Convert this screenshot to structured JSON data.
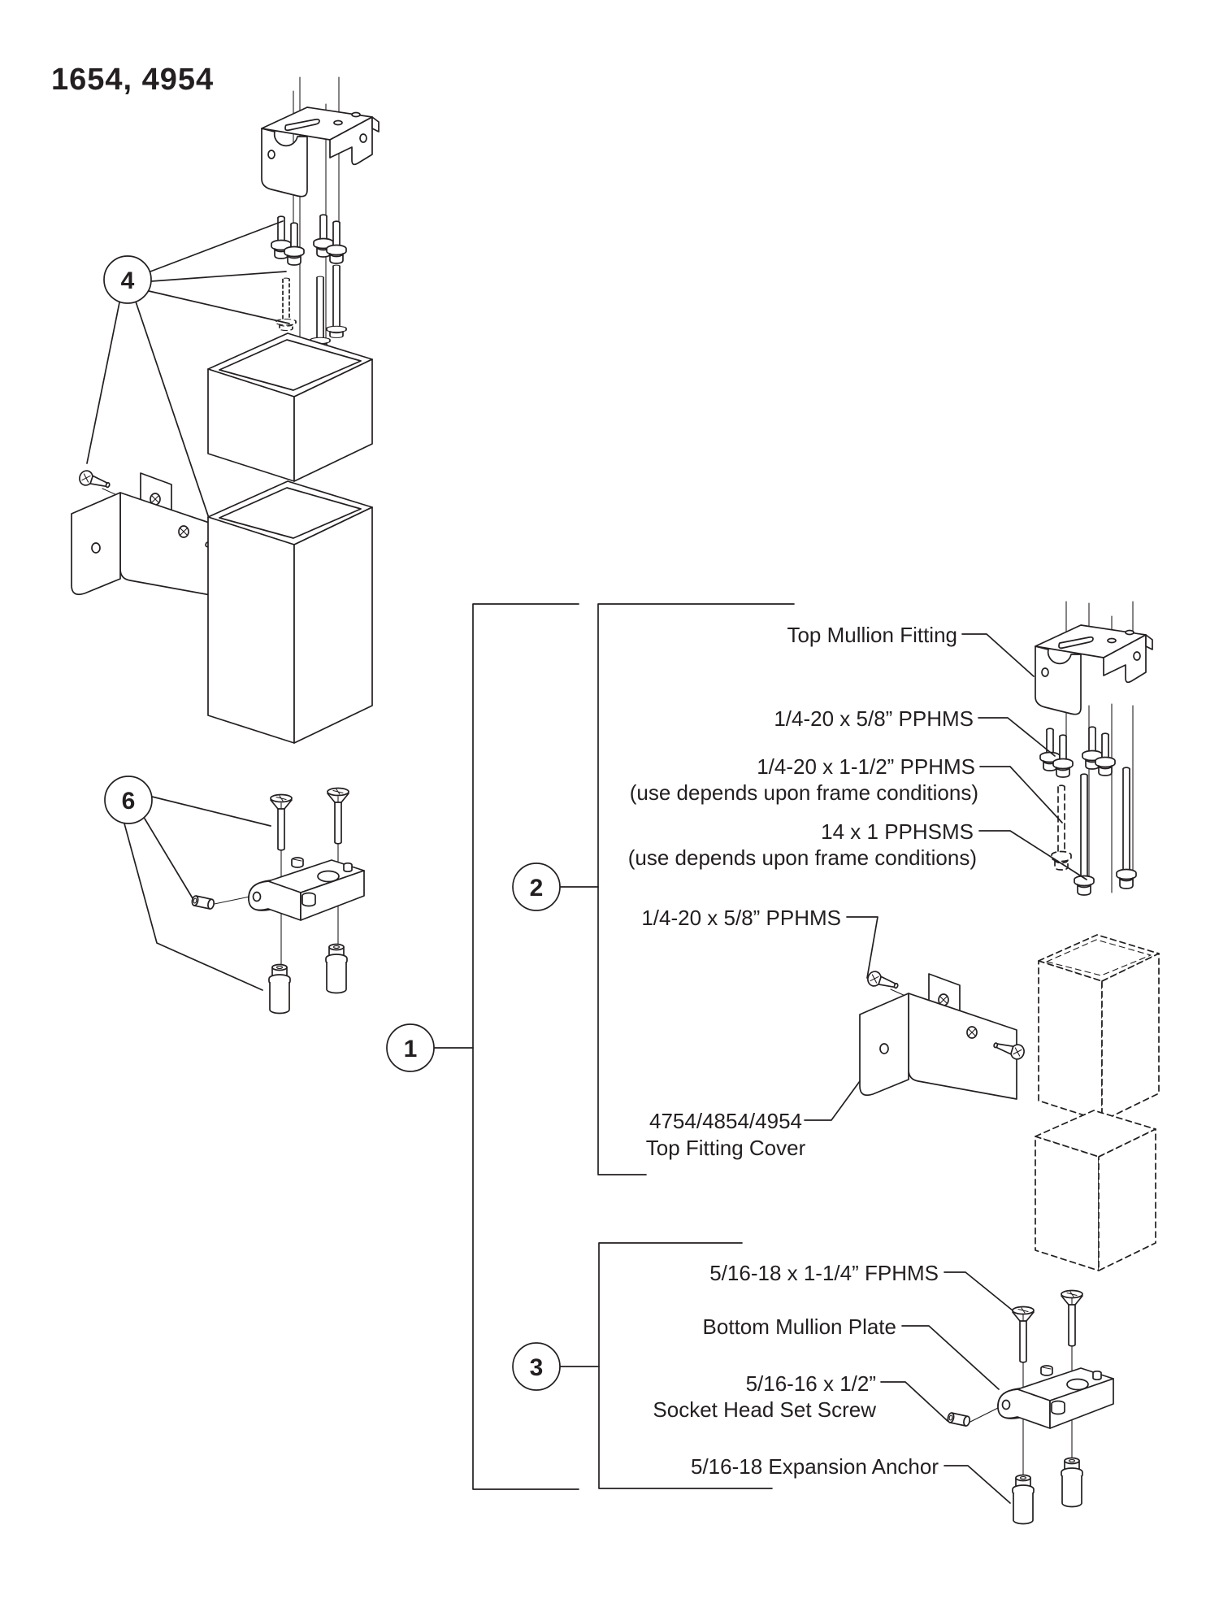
{
  "title": "1654, 4954",
  "line_color": "#231f20",
  "callouts": {
    "one": "1",
    "two": "2",
    "three": "3",
    "four": "4",
    "six": "6"
  },
  "labels": {
    "top_mullion_fitting": "Top Mullion Fitting",
    "pphms_58_a": "1/4-20 x 5/8” PPHMS",
    "pphms_112": "1/4-20 x 1-1/2” PPHMS",
    "pphms_112_note": "(use depends upon frame conditions)",
    "pphsms_14x1": "14 x 1 PPHSMS",
    "pphsms_14x1_note": "(use depends upon frame conditions)",
    "pphms_58_b": "1/4-20 x 5/8” PPHMS",
    "cover_models": "4754/4854/4954",
    "cover_name": "Top Fitting Cover",
    "fphms": "5/16-18 x 1-1/4” FPHMS",
    "bottom_mullion_plate": "Bottom Mullion Plate",
    "set_screw_size": "5/16-16 x 1/2”",
    "set_screw_name": "Socket Head Set Screw",
    "expansion_anchor": "5/16-18 Expansion Anchor"
  }
}
